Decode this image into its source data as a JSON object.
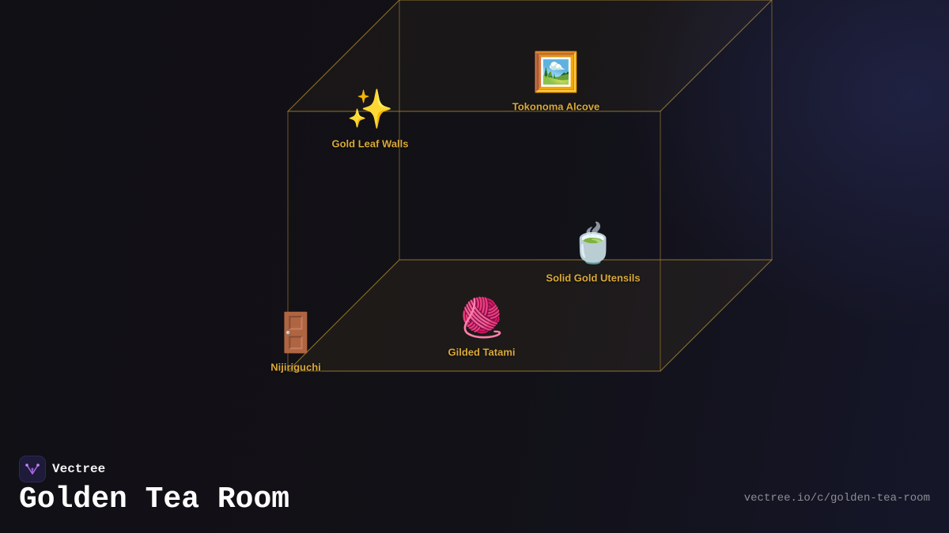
{
  "brand": {
    "name": "Vectree",
    "logo_icon": "vectree-logo-icon"
  },
  "page": {
    "title": "Golden Tea Room",
    "url": "vectree.io/c/golden-tea-room"
  },
  "colors": {
    "accent_gold": "#d9a93a",
    "room_outline": "#b89433",
    "background": "#0f0e13",
    "logo_bg": "#1e1a3a"
  },
  "room": {
    "items": [
      {
        "id": "gold-leaf-walls",
        "label": "Gold Leaf Walls",
        "icon": "✨",
        "icon_name": "sparkles-icon"
      },
      {
        "id": "tokonoma-alcove",
        "label": "Tokonoma Alcove",
        "icon": "🖼️",
        "icon_name": "framed-picture-icon"
      },
      {
        "id": "solid-gold-utensils",
        "label": "Solid Gold Utensils",
        "icon": "🍵",
        "icon_name": "teacup-icon"
      },
      {
        "id": "gilded-tatami",
        "label": "Gilded Tatami",
        "icon": "🧶",
        "icon_name": "yarn-icon"
      },
      {
        "id": "nijiriguchi",
        "label": "Nijiriguchi",
        "icon": "🚪",
        "icon_name": "door-icon"
      }
    ]
  }
}
